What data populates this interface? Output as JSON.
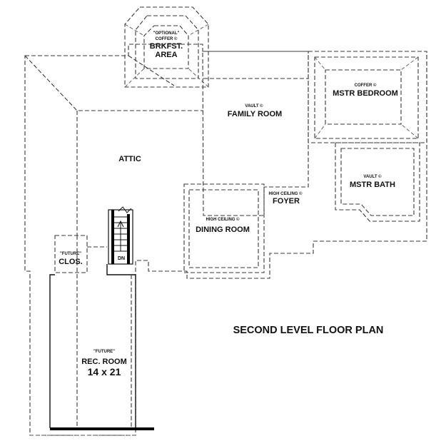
{
  "title": "SECOND LEVEL FLOOR PLAN",
  "rooms": {
    "breakfast": {
      "note": "\"OPTIONAL\"",
      "note2": "COFFER ©",
      "name1": "BRKFST.",
      "name2": "AREA"
    },
    "family": {
      "note": "VAULT ©",
      "name": "FAMILY ROOM"
    },
    "master_bedroom": {
      "note": "COFFER ©",
      "name": "MSTR BEDROOM"
    },
    "attic": {
      "name": "ATTIC"
    },
    "master_bath": {
      "note": "VAULT ©",
      "name": "MSTR BATH"
    },
    "foyer": {
      "note": "HIGH CEILING ©",
      "name": "FOYER"
    },
    "dining": {
      "note": "HIGH CEILING ©",
      "name": "DINING ROOM"
    },
    "closet": {
      "note": "\"FUTURE\"",
      "name": "CLOS."
    },
    "stair": {
      "label": "DN"
    },
    "rec_room": {
      "note": "\"FUTURE\"",
      "name": "REC. ROOM",
      "size": "14 x 21"
    }
  }
}
